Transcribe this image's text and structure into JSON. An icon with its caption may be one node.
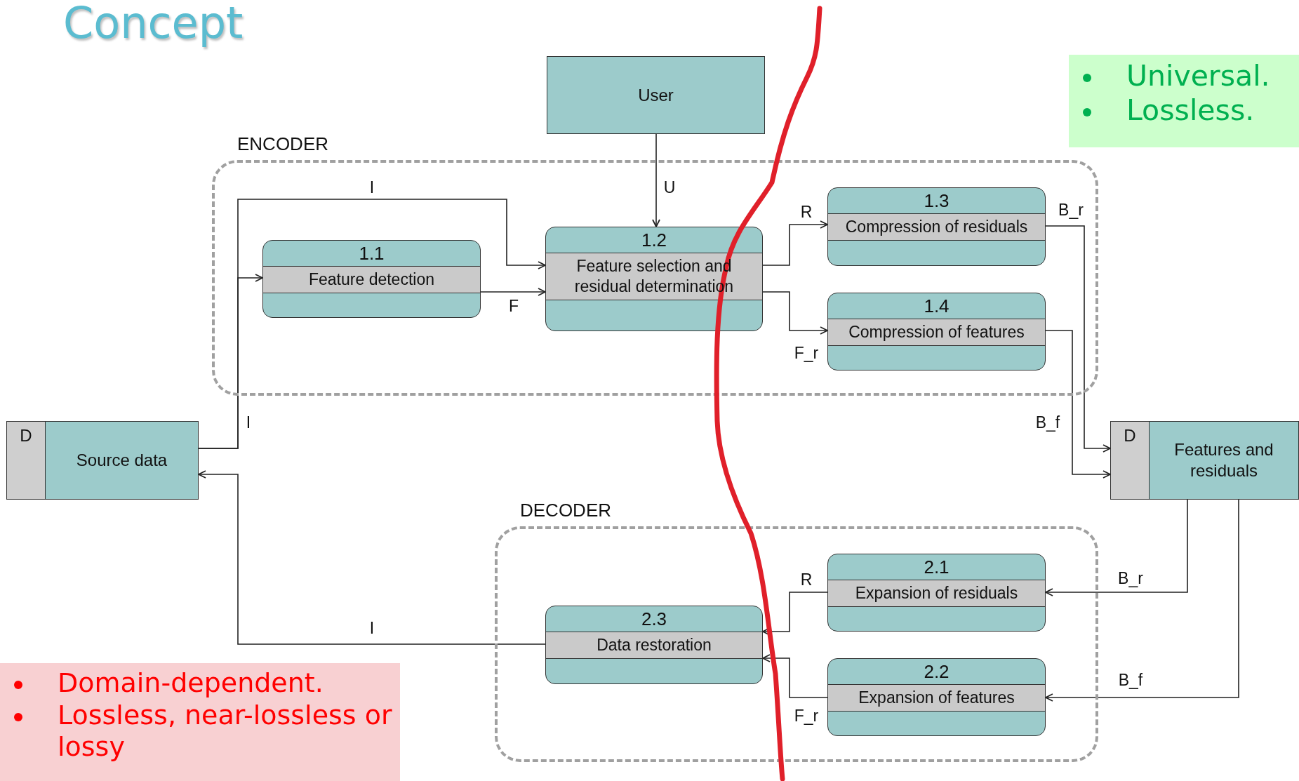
{
  "diagram": {
    "title": "Concept",
    "nodes": [
      {
        "text": [
          "User"
        ]
      },
      {
        "text": [
          "ENCODER"
        ]
      },
      {
        "text": [
          "1.1",
          "Feature detection"
        ],
        "in": 1
      },
      {
        "text": [
          "1.2",
          "Feature selection and residual determination"
        ],
        "in": 1
      },
      {
        "text": [
          "1.3",
          "Compression of residuals"
        ],
        "in": 1
      },
      {
        "text": [
          "1.4",
          "Compression of features"
        ],
        "in": 1
      },
      {
        "text": [
          "D",
          "Source data"
        ]
      },
      {
        "text": [
          "D",
          "Features and residuals"
        ]
      },
      {
        "text": [
          "DECODER"
        ]
      },
      {
        "text": [
          "2.1",
          "Expansion of residuals"
        ],
        "in": 8
      },
      {
        "text": [
          "2.2",
          "Expansion of features"
        ],
        "in": 8
      },
      {
        "text": [
          "2.3",
          "Data restoration"
        ],
        "in": 8
      },
      {
        "text": [
          "Universal.",
          "Lossless."
        ]
      },
      {
        "text": [
          "Domain-dependent.",
          "Lossless, near-lossless or lossy"
        ]
      }
    ],
    "edges": [
      {
        "from": 0,
        "to": 3,
        "label": "U",
        "arrow": "to"
      },
      {
        "from": 6,
        "to": 3,
        "label": "I",
        "arrow": "to"
      },
      {
        "from": 6,
        "to": 2,
        "label": "I",
        "arrow": "to"
      },
      {
        "from": 2,
        "to": 3,
        "label": "F",
        "arrow": "to"
      },
      {
        "from": 3,
        "to": 4,
        "label": "R",
        "arrow": "to"
      },
      {
        "from": 3,
        "to": 5,
        "label": "F_r",
        "arrow": "to"
      },
      {
        "from": 4,
        "to": 7,
        "label": "B_r",
        "arrow": "to"
      },
      {
        "from": 5,
        "to": 7,
        "label": "B_f",
        "arrow": "to"
      },
      {
        "from": 7,
        "to": 9,
        "label": "B_r",
        "arrow": "to"
      },
      {
        "from": 7,
        "to": 10,
        "label": "B_f",
        "arrow": "to"
      },
      {
        "from": 9,
        "to": 11,
        "label": "R",
        "arrow": "to"
      },
      {
        "from": 10,
        "to": 11,
        "label": "F_r",
        "arrow": "to"
      },
      {
        "from": 11,
        "to": 6,
        "label": "I",
        "arrow": "to"
      }
    ]
  }
}
